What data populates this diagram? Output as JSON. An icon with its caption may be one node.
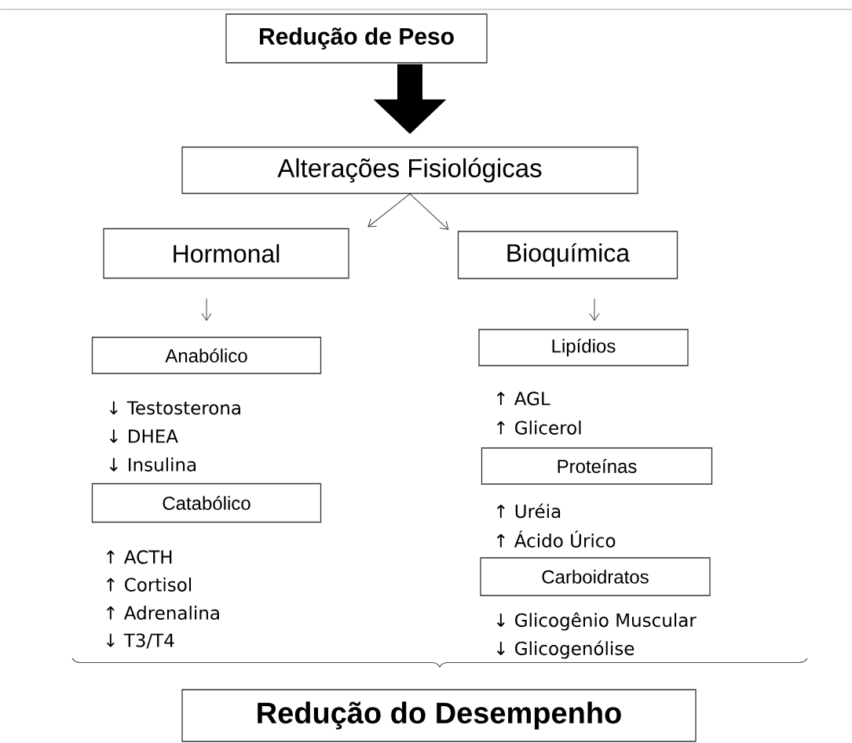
{
  "diagram": {
    "nodes": [
      {
        "text": [
          "Redução de Peso"
        ]
      },
      {
        "text": [
          "Alterações Fisiológicas"
        ]
      },
      {
        "text": [
          "Hormonal"
        ]
      },
      {
        "text": [
          "Bioquímica"
        ]
      },
      {
        "text": [
          "Anabólico"
        ]
      },
      {
        "text": [
          "Catabólico"
        ]
      },
      {
        "text": [
          "Lipídios"
        ]
      },
      {
        "text": [
          "Proteínas"
        ]
      },
      {
        "text": [
          "Carboidratos"
        ]
      },
      {
        "text": [
          "Redução do Desempenho"
        ]
      }
    ],
    "edges": [
      {
        "from": 0,
        "to": 1,
        "arrow": "to",
        "style": "thick"
      },
      {
        "from": 1,
        "to": 2,
        "arrow": "to"
      },
      {
        "from": 1,
        "to": 3,
        "arrow": "to"
      },
      {
        "from": 2,
        "to": 4,
        "arrow": "to"
      },
      {
        "from": 3,
        "to": 6,
        "arrow": "to"
      }
    ],
    "labels": [
      "↓ Testosterona",
      "↓ DHEA",
      "↓ Insulina",
      "↑ ACTH",
      "↑ Cortisol",
      "↑ Adrenalina",
      "↓ T3/T4",
      "↑ AGL",
      "↑ Glicerol",
      "↑ Uréia",
      "↑ Ácido Úrico",
      "↓ Glicogênio Muscular",
      "↓ Glicogenólise"
    ]
  }
}
